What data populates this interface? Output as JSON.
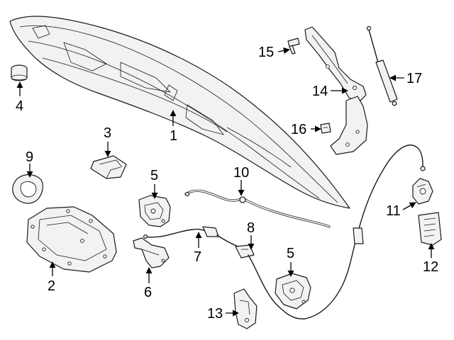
{
  "callouts": {
    "c1": "1",
    "c2": "2",
    "c3": "3",
    "c4": "4",
    "c5a": "5",
    "c5b": "5",
    "c6": "6",
    "c7": "7",
    "c8": "8",
    "c9": "9",
    "c10": "10",
    "c11": "11",
    "c12": "12",
    "c13": "13",
    "c14": "14",
    "c15": "15",
    "c16": "16",
    "c17": "17"
  },
  "colors": {
    "line": "#1a1a1a",
    "fill": "#f2f2f2",
    "background": "#ffffff"
  }
}
